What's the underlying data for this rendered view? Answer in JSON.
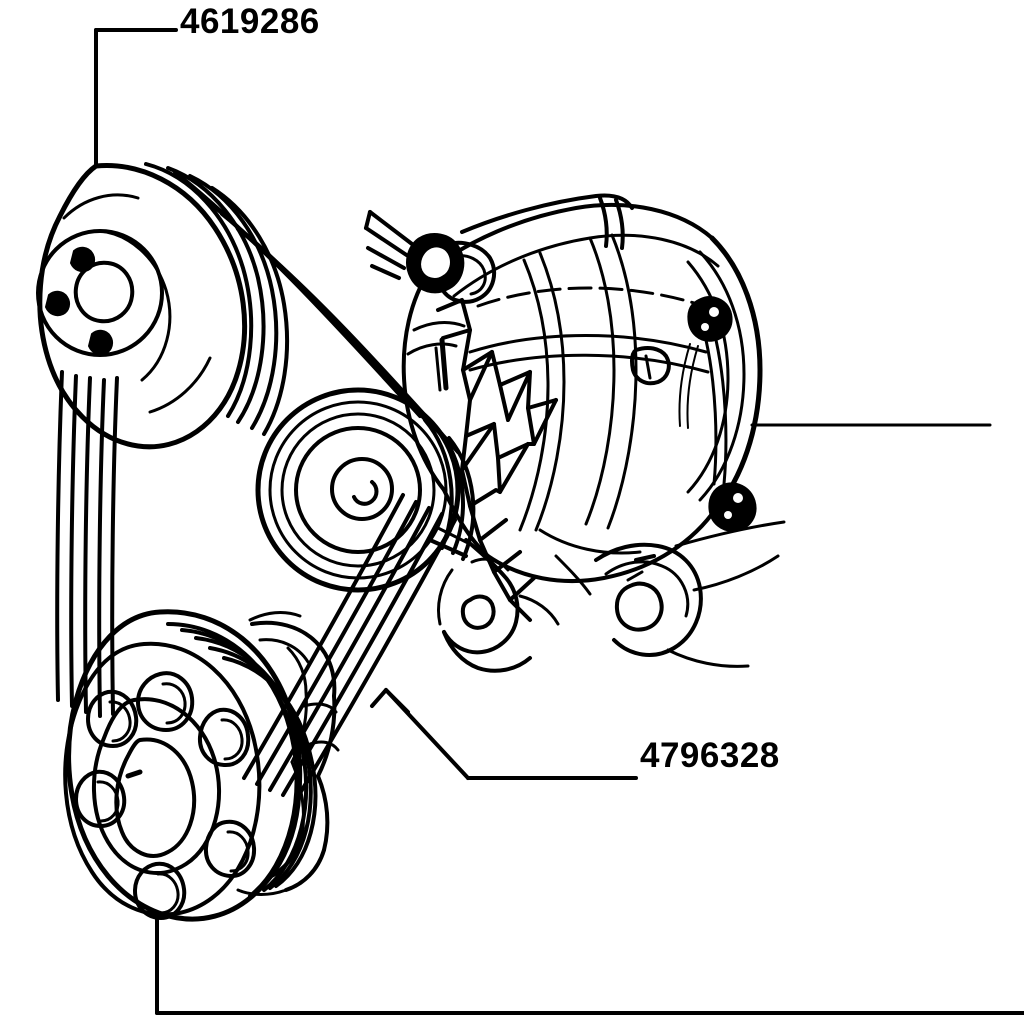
{
  "diagram": {
    "title": "Engine Accessory Drive Belt Assembly",
    "kind": "automotive-parts-exploded-line-drawing",
    "background_color": "#ffffff",
    "line_color": "#000000",
    "callouts": [
      {
        "id": "label-4619286",
        "part_number": "4619286",
        "points_to": "fan-water-pump-pulley",
        "leader": "from label left edge horizontally to x=96, then down to the fan pulley rim at y=166"
      },
      {
        "id": "label-4796328",
        "part_number": "4796328",
        "points_to": "alternator-adjusting-bracket",
        "leader": "from label left edge horizontally to x=468, then diagonally up-left to the bracket at (386,690)"
      }
    ],
    "unlabeled_leaders": [
      {
        "id": "alternator-right-leader",
        "points_to": "alternator-housing-through-bolt",
        "path": "horizontal line from alternator right side (x=752,y=425) to the right edge at x=990"
      },
      {
        "id": "crank-pulley-bottom-leader",
        "points_to": "crankshaft-pulley",
        "path": "vertical line down from crank pulley rim (x=157,y=912) to y=1013, then right to x=1024"
      }
    ],
    "components": [
      {
        "name": "fan-water-pump-pulley",
        "description": "multi-groove fan drive pulley with bolt-hole flange, upper left"
      },
      {
        "name": "alternator-pulley",
        "description": "concentric grooved alternator pulley, center"
      },
      {
        "name": "alternator-cooling-fan",
        "description": "bladed cooling fan behind alternator pulley"
      },
      {
        "name": "alternator-housing",
        "description": "cylindrical alternator body with through bolts, right of center"
      },
      {
        "name": "alternator-pivot-bolt",
        "description": "hex bolt and washer at upper left of alternator"
      },
      {
        "name": "alternator-adjusting-bracket",
        "description": "slotted adjusting strap running up-left from alternator"
      },
      {
        "name": "alternator-mounting-foot",
        "description": "lower mounting lugs with bolt holes"
      },
      {
        "name": "crankshaft-pulley",
        "description": "large multi-groove crankshaft pulley / damper with six bolt holes, lower left"
      },
      {
        "name": "water-pump-housing",
        "description": "pump body partially behind the crankshaft pulley"
      },
      {
        "name": "drive-belt-set",
        "description": "four parallel V-belt strands routed around all three pulleys"
      }
    ]
  }
}
